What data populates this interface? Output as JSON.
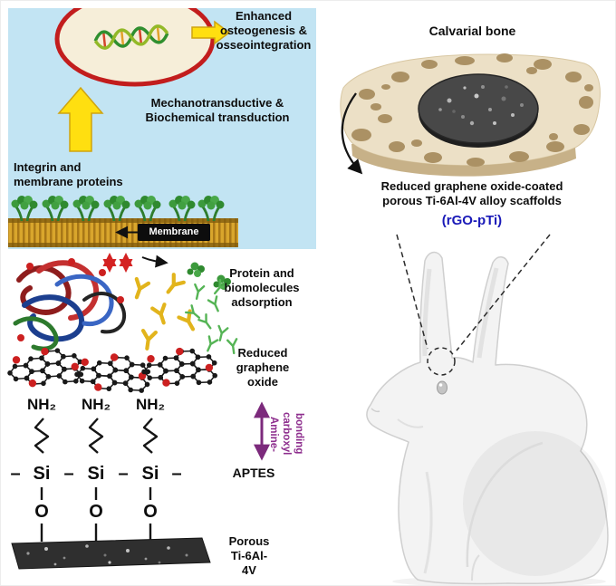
{
  "colors": {
    "background_blue": "#c2e4f3",
    "arrow_yellow": "#ffdf10",
    "membrane_gold": "#d9a62c",
    "amine_purple": "#8e2f8e",
    "rgo_pti_blue": "#1a1ab8",
    "nucleus_ring_red": "#c21d1d"
  },
  "left_panel": {
    "enhanced_label": "Enhanced osteogenesis & osseointegration",
    "mechano_label": "Mechanotransductive & Biochemical transduction",
    "integrin_label": "Integrin and membrane proteins",
    "membrane_label": "Membrane",
    "protein_label": "Protein and biomolecules adsorption",
    "rgo_label": "Reduced graphene oxide",
    "nh2": [
      "NH₂",
      "NH₂",
      "NH₂"
    ],
    "amine_label": "Amine-carboxyl\nbonding",
    "dash": "–",
    "si": [
      "Si",
      "Si",
      "Si"
    ],
    "aptes_label": "APTES",
    "o": [
      "O",
      "O",
      "O"
    ],
    "substrate_label": "Porous\nTi-6Al-\n4V"
  },
  "right_panel": {
    "bone_label": "Calvarial bone",
    "scaffold_label": "Reduced graphene oxide-coated\nporous Ti-6Al-4V alloy scaffolds",
    "abbr_label": "(rGO-pTi)"
  }
}
